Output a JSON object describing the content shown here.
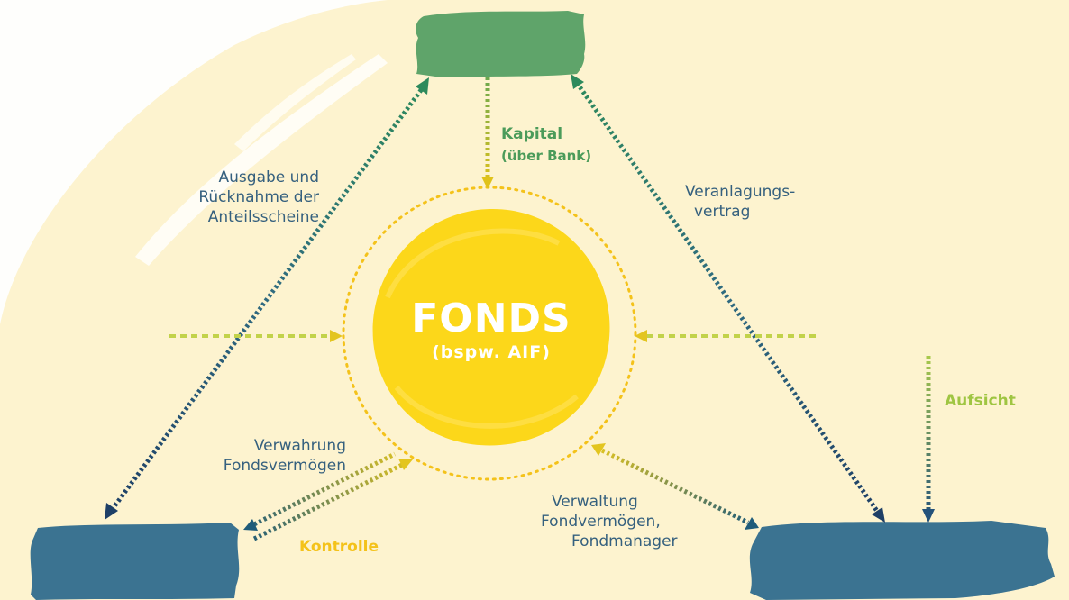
{
  "center": {
    "title": "FONDS",
    "subtitle": "(bspw. AIF)"
  },
  "labels": {
    "kapital": "Kapital",
    "ueber_bank": "(über Bank)",
    "ausgabe": [
      "Ausgabe und",
      "Rücknahme der",
      "Anteilsscheine"
    ],
    "veranlagung": [
      "Veranlagungs-",
      "vertrag"
    ],
    "aufsicht": "Aufsicht",
    "verwahrung": [
      "Verwahrung",
      "Fondsvermögen"
    ],
    "kontrolle": "Kontrolle",
    "verwaltung": [
      "Verwaltung",
      "Fondvermögen,",
      "Fondmanager"
    ]
  },
  "colors": {
    "background": "#fdf3cf",
    "green": "#5fa46a",
    "blue": "#3b7391",
    "yellow": "#fcd71a",
    "lime": "#a8c94b",
    "navy": "#1e3f66",
    "text_blue": "#35607e",
    "text_green": "#4b9b5a",
    "text_yellow": "#f4c21a",
    "text_lime": "#9fc542"
  }
}
